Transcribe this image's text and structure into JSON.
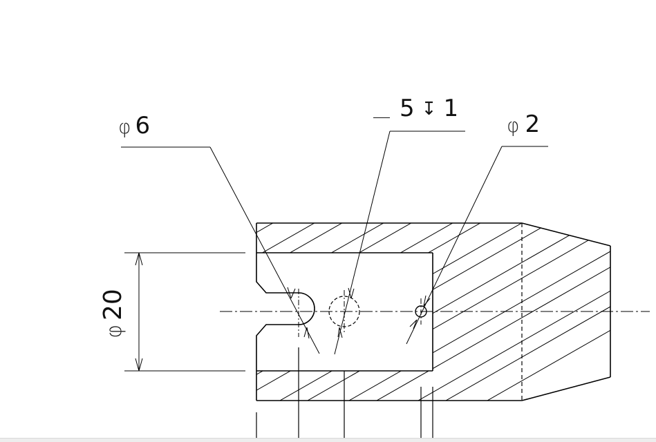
{
  "labels": {
    "hole_large": {
      "symbol": "φ",
      "value": "6"
    },
    "hole_small": {
      "symbol": "φ",
      "value": "2"
    },
    "counterbore": {
      "value": "5",
      "depth_symbol": "↧",
      "depth": "1"
    },
    "outer_diameter": {
      "symbol": "φ",
      "value": "20"
    }
  },
  "style": {
    "line_color": "#000000",
    "background": "#ffffff"
  }
}
